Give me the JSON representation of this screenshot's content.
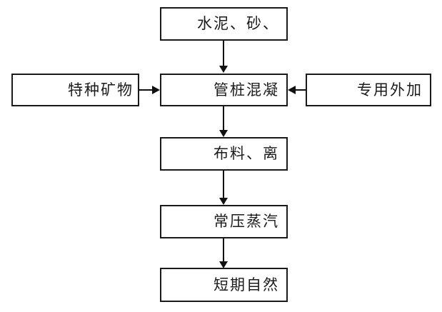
{
  "diagram": {
    "type": "flowchart",
    "orientation": "top-to-bottom",
    "background_color": "#ffffff",
    "line_color": "#111111",
    "box_border_color": "#1a1a1a",
    "text_color": "#1b1b1b",
    "nodes": [
      {
        "id": "raw-materials",
        "label": "水泥、砂、"
      },
      {
        "id": "special-mineral",
        "label": "特种矿物"
      },
      {
        "id": "pile-concrete",
        "label": "管桩混凝"
      },
      {
        "id": "special-admixture",
        "label": "专用外加"
      },
      {
        "id": "distribution-centrifuge",
        "label": "布料、离"
      },
      {
        "id": "atmospheric-steam",
        "label": "常压蒸汽"
      },
      {
        "id": "short-term-natural",
        "label": "短期自然"
      }
    ],
    "edges": [
      {
        "id": "edge-raw-to-concrete",
        "from": "raw-materials",
        "to": "pile-concrete",
        "direction": "down"
      },
      {
        "id": "edge-mineral-to-concrete",
        "from": "special-mineral",
        "to": "pile-concrete",
        "direction": "right"
      },
      {
        "id": "edge-admixture-to-concrete",
        "from": "special-admixture",
        "to": "pile-concrete",
        "direction": "left"
      },
      {
        "id": "edge-concrete-to-distribution",
        "from": "pile-concrete",
        "to": "distribution-centrifuge",
        "direction": "down"
      },
      {
        "id": "edge-distribution-to-steam",
        "from": "distribution-centrifuge",
        "to": "atmospheric-steam",
        "direction": "down"
      },
      {
        "id": "edge-steam-to-natural",
        "from": "atmospheric-steam",
        "to": "short-term-natural",
        "direction": "down"
      }
    ]
  }
}
